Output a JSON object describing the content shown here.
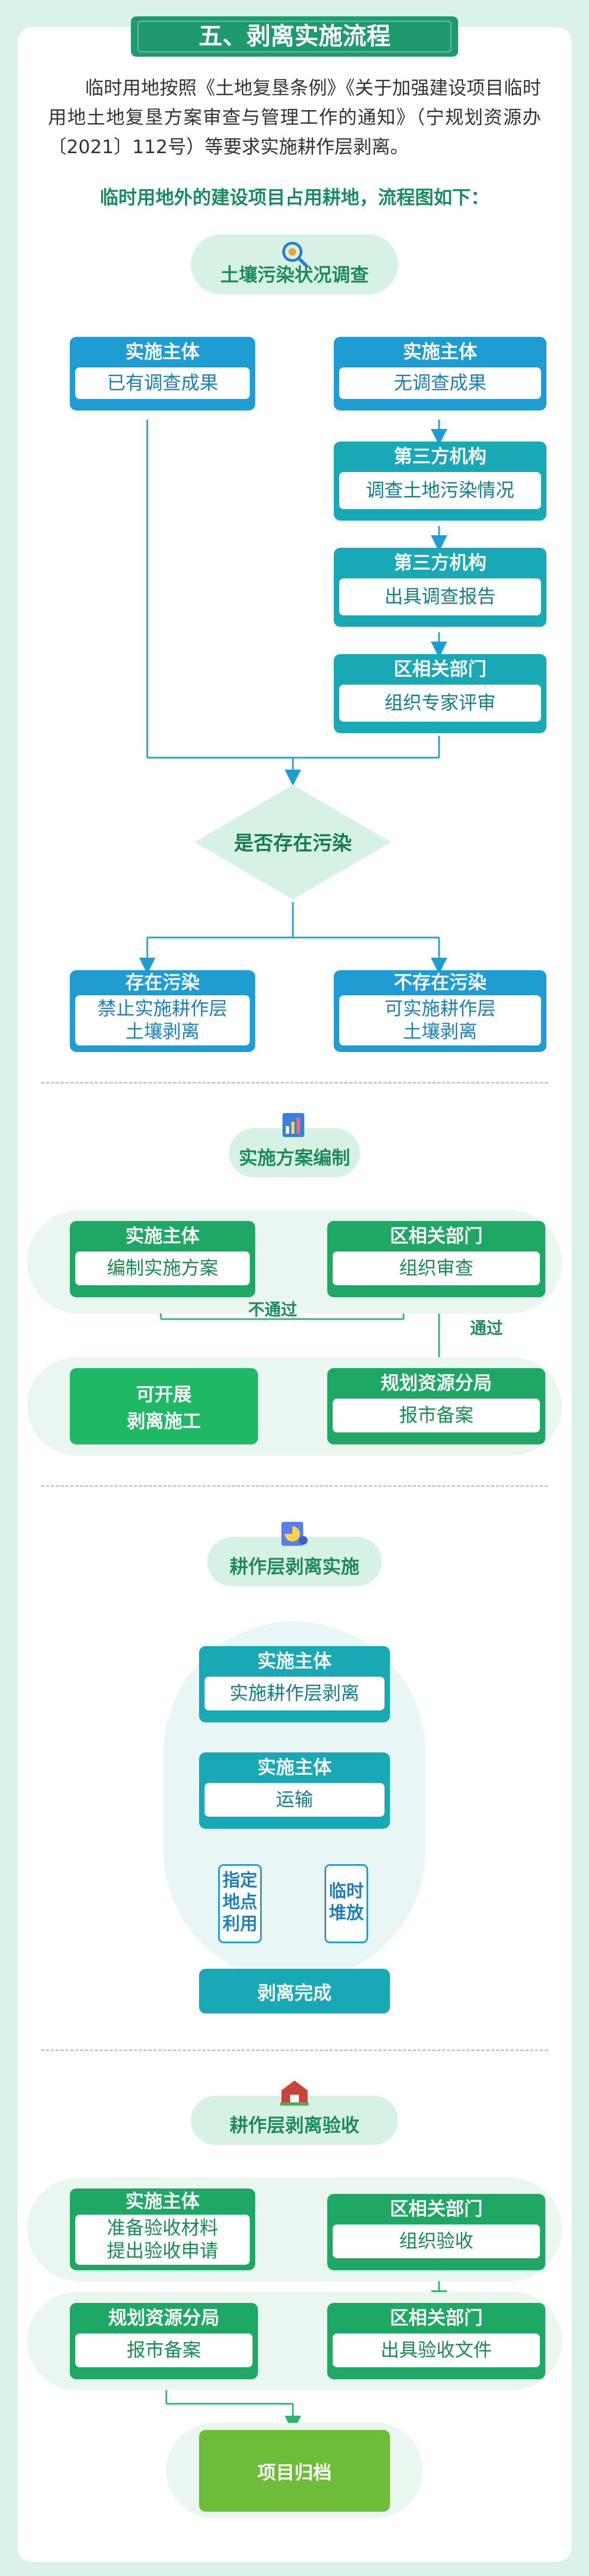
{
  "header": {
    "title": "五、剥离实施流程"
  },
  "intro": "临时用地按照《土地复垦条例》《关于加强建设项目临时用地土地复垦方案审查与管理工作的通知》（宁规划资源办〔2021〕112号）等要求实施耕作层剥离。",
  "subhead": "临时用地外的建设项目占用耕地，流程图如下：",
  "section1": {
    "pill": "土壤污染状况调查",
    "left_box": {
      "head": "实施主体",
      "body": "已有调查成果"
    },
    "right_boxes": [
      {
        "head": "实施主体",
        "body": "无调查成果"
      },
      {
        "head": "第三方机构",
        "body": "调查土地污染情况"
      },
      {
        "head": "第三方机构",
        "body": "出具调查报告"
      },
      {
        "head": "区相关部门",
        "body": "组织专家评审"
      }
    ],
    "decision": "是否存在污染",
    "outcome_left": {
      "head": "存在污染",
      "body1": "禁止实施耕作层",
      "body2": "土壤剥离"
    },
    "outcome_right": {
      "head": "不存在污染",
      "body1": "可实施耕作层",
      "body2": "土壤剥离"
    }
  },
  "section2": {
    "pill": "实施方案编制",
    "box_a": {
      "head": "实施主体",
      "body": "编制实施方案"
    },
    "box_b": {
      "head": "区相关部门",
      "body": "组织审查"
    },
    "reject_label": "不通过",
    "pass_label": "通过",
    "box_c": {
      "head": "规划资源分局",
      "body": "报市备案"
    },
    "box_d": {
      "line1": "可开展",
      "line2": "剥离施工"
    }
  },
  "section3": {
    "pill": "耕作层剥离实施",
    "box_a": {
      "head": "实施主体",
      "body": "实施耕作层剥离"
    },
    "box_b": {
      "head": "实施主体",
      "body": "运输"
    },
    "left_opt": [
      "指定",
      "地点",
      "利用"
    ],
    "right_opt": [
      "临时",
      "堆放"
    ],
    "final": "剥离完成"
  },
  "section4": {
    "pill": "耕作层剥离验收",
    "box_a": {
      "head": "实施主体",
      "body1": "准备验收材料",
      "body2": "提出验收申请"
    },
    "box_b": {
      "head": "区相关部门",
      "body": "组织验收"
    },
    "box_c": {
      "head": "区相关部门",
      "body": "出具验收文件"
    },
    "box_d": {
      "head": "规划资源分局",
      "body": "报市备案"
    },
    "final": "项目归档"
  },
  "colors": {
    "background": "#dbf1ec",
    "primary_green": "#1f9a6f",
    "blue": "#1f9dd2",
    "green": "#1fa863",
    "teal": "#18a8b6",
    "pill_bg": "#d6f2e4"
  },
  "icons": [
    "magnifier-gear-icon",
    "bar-chart-document-icon",
    "pie-chart-gear-icon",
    "farm-barn-icon"
  ]
}
